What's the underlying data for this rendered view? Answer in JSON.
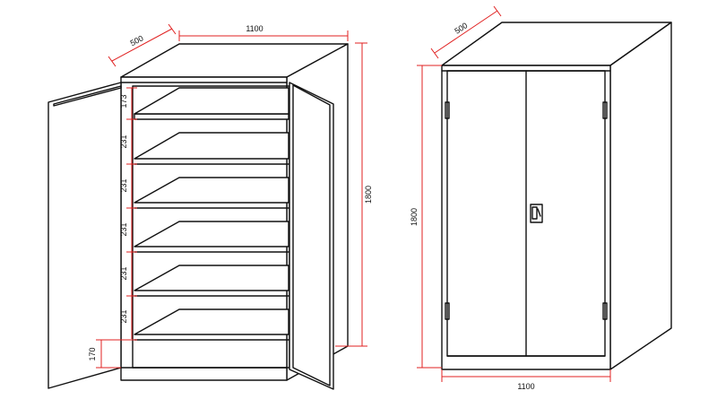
{
  "colors": {
    "outline": "#111111",
    "dimension": "#e02020",
    "background": "#ffffff"
  },
  "open_view": {
    "width": "1100",
    "depth": "500",
    "height": "1800",
    "bottom_clearance": "170",
    "shelf_spacings": [
      "173",
      "231",
      "231",
      "231",
      "231",
      "231"
    ]
  },
  "closed_view": {
    "width": "1100",
    "depth": "500",
    "height": "1800"
  }
}
